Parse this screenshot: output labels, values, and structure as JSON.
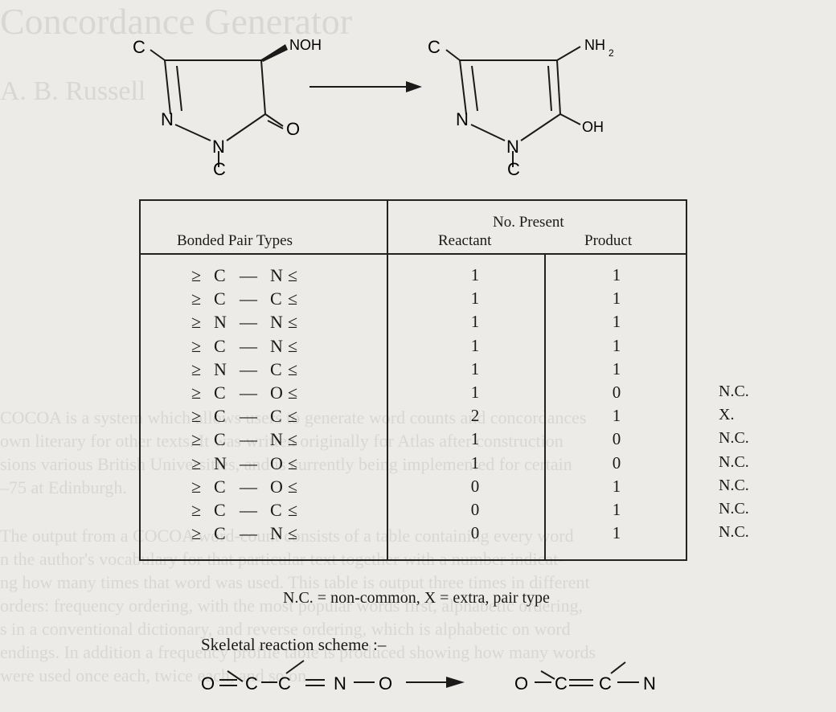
{
  "background_page": {
    "title": "Concordance Generator",
    "author": "A. B. Russell",
    "paragraphs": [
      "COCOA is a system which allows users to generate word counts and concordances\nown literary for other texts. It was written originally for Atlas after construction\nsions various British Universities, and is currently being implemented for certain\n–75 at Edinburgh.",
      "The output from a COCOA word-count consists of a table containing every word\nn the author's vocabulary for that particular text together with a number indicat-\nng how many times that word was used. This table is output three times in different\norders: frequency ordering, with the most popular words first, alphabetic ordering,\ns in a conventional dictionary, and reverse ordering, which is alphabetic on word\nendings. In addition a frequency profile table is produced showing how many words\nwere used once each, twice each, and so on."
    ]
  },
  "reaction": {
    "reactant_atoms": [
      "C",
      "NOH",
      "N",
      "N",
      "O",
      "C"
    ],
    "product_atoms": [
      "C",
      "NH",
      "2",
      "N",
      "N",
      "OH",
      "C"
    ]
  },
  "table": {
    "col_bonded": "Bonded Pair Types",
    "col_present": "No. Present",
    "col_reactant": "Reactant",
    "col_product": "Product",
    "rows": [
      {
        "reactant": "1",
        "product": "1",
        "note": ""
      },
      {
        "reactant": "1",
        "product": "1",
        "note": ""
      },
      {
        "reactant": "1",
        "product": "1",
        "note": ""
      },
      {
        "reactant": "1",
        "product": "1",
        "note": ""
      },
      {
        "reactant": "1",
        "product": "1",
        "note": ""
      },
      {
        "reactant": "1",
        "product": "0",
        "note": "N.C."
      },
      {
        "reactant": "2",
        "product": "1",
        "note": "X."
      },
      {
        "reactant": "1",
        "product": "0",
        "note": "N.C."
      },
      {
        "reactant": "1",
        "product": "0",
        "note": "N.C."
      },
      {
        "reactant": "0",
        "product": "1",
        "note": "N.C."
      },
      {
        "reactant": "0",
        "product": "1",
        "note": "N.C."
      },
      {
        "reactant": "0",
        "product": "1",
        "note": "N.C."
      }
    ],
    "bond_atoms": [
      [
        "C",
        "N"
      ],
      [
        "C",
        "C"
      ],
      [
        "N",
        "N"
      ],
      [
        "C",
        "N"
      ],
      [
        "N",
        "C"
      ],
      [
        "C",
        "O"
      ],
      [
        "C",
        "C"
      ],
      [
        "C",
        "N"
      ],
      [
        "N",
        "O"
      ],
      [
        "C",
        "O"
      ],
      [
        "C",
        "C"
      ],
      [
        "C",
        "N"
      ]
    ]
  },
  "footnote": "N.C. = non-common, X = extra, pair type",
  "skeletal": {
    "label": "Skeletal reaction scheme :–",
    "left_atoms": [
      "O",
      "C",
      "C",
      "N",
      "O"
    ],
    "right_atoms": [
      "O",
      "C",
      "C",
      "N"
    ]
  }
}
